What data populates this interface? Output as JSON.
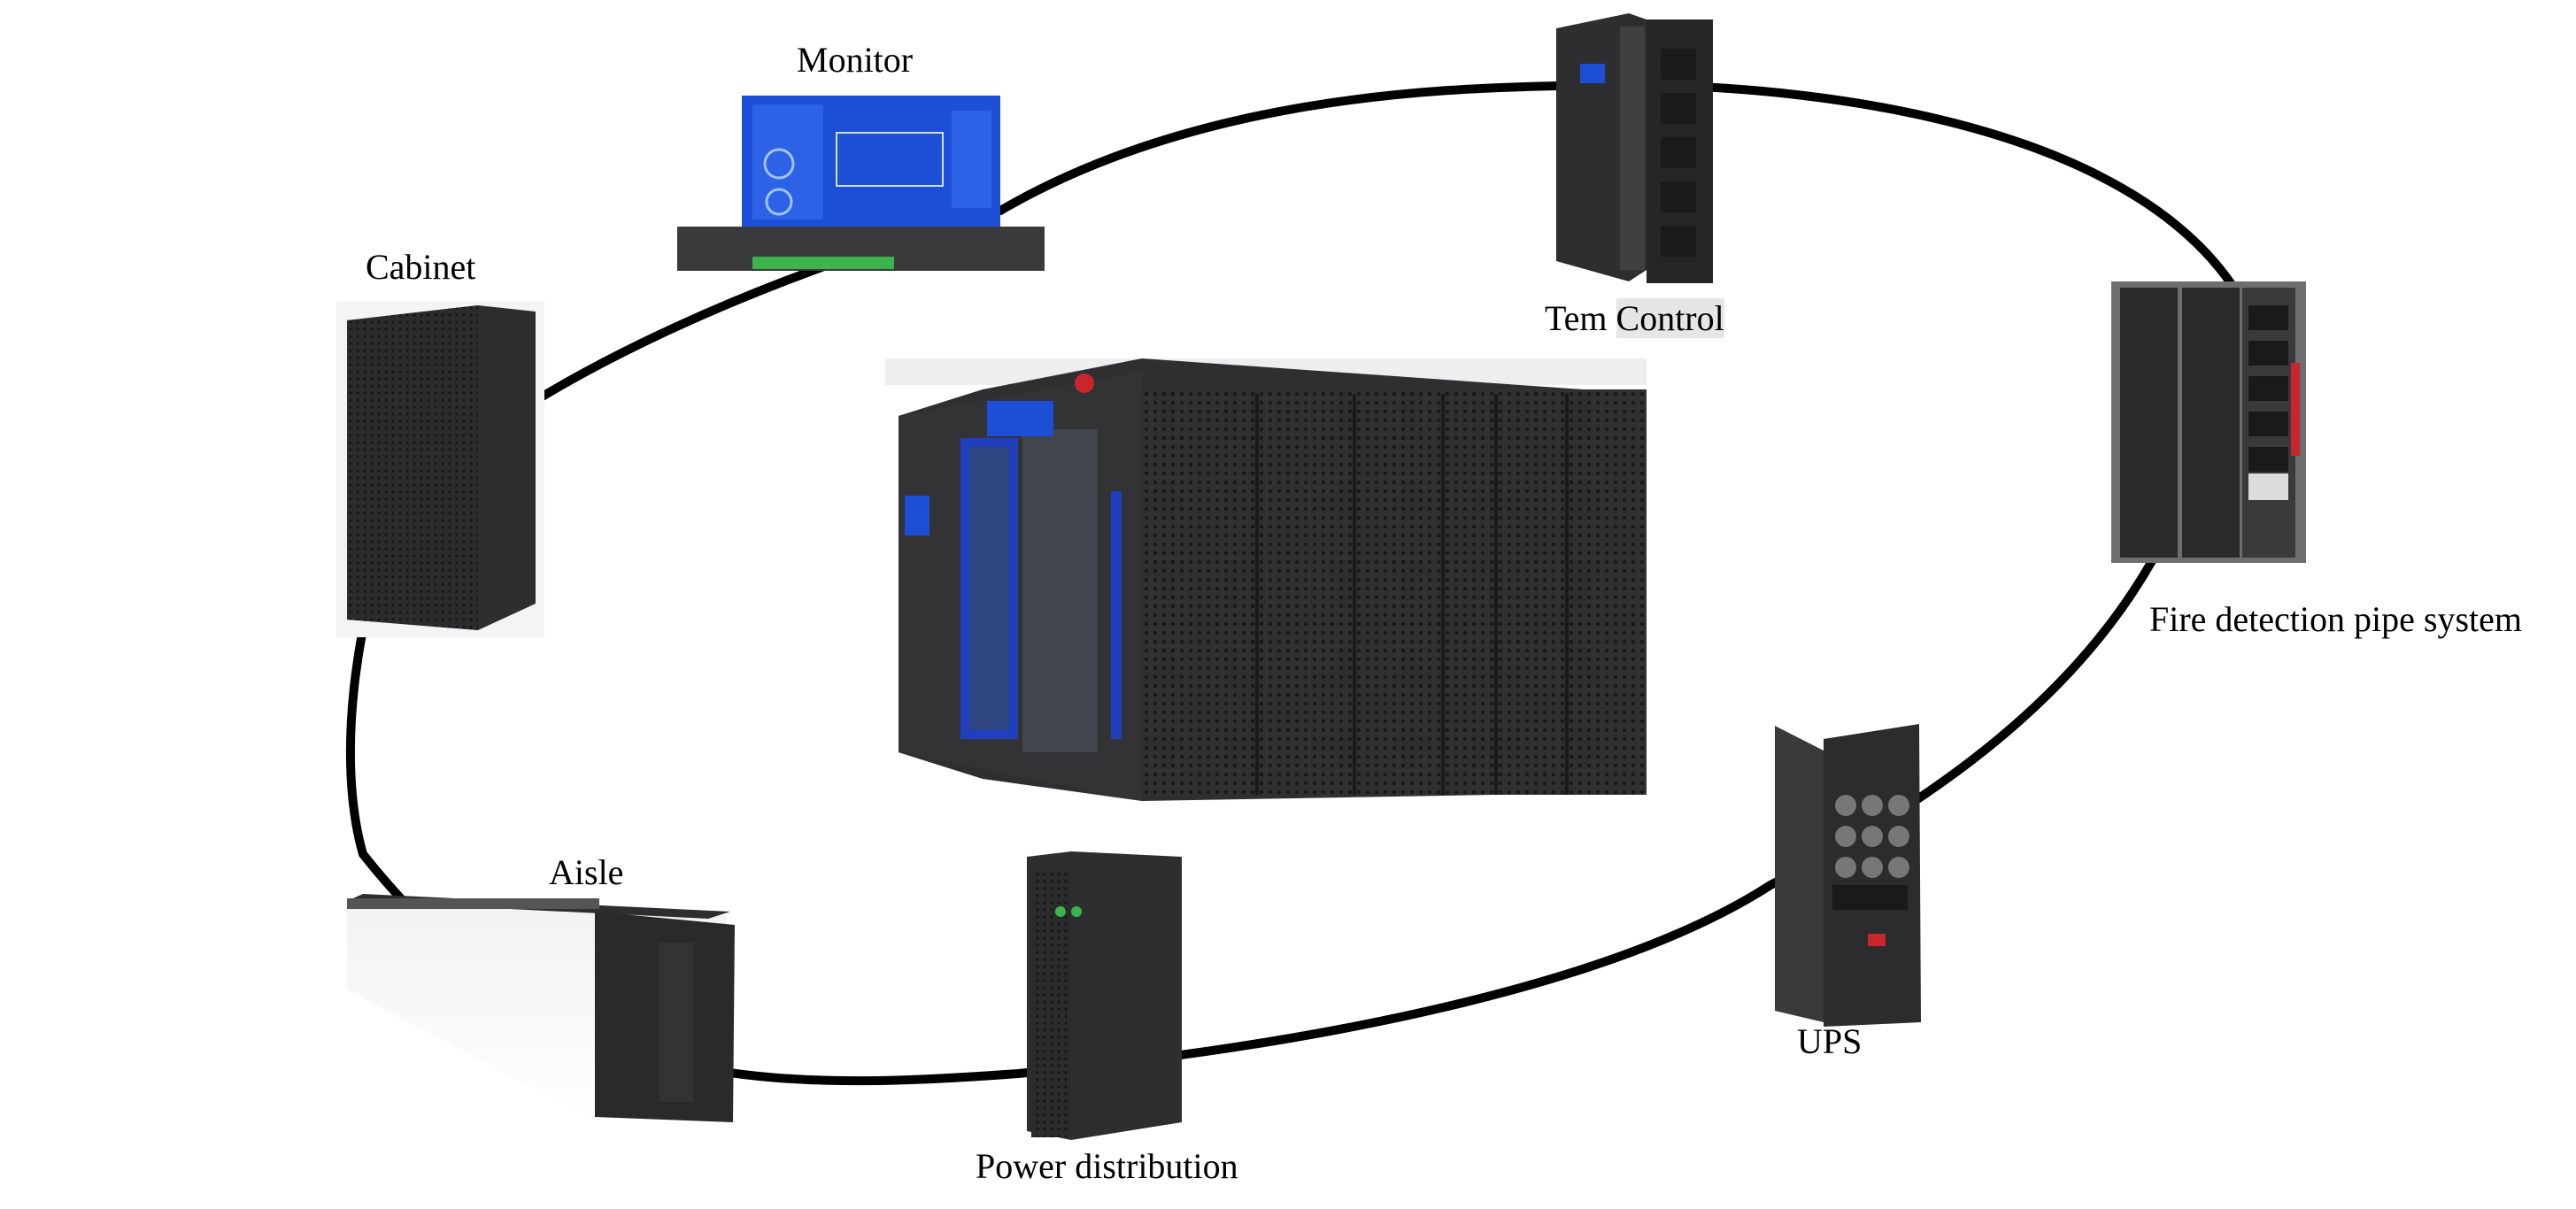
{
  "labels": {
    "monitor": "Monitor",
    "cabinet": "Cabinet",
    "tem_part1": "Tem ",
    "tem_part2": "Control",
    "fire": "Fire detection pipe system",
    "ups": "UPS",
    "power": "Power distribution",
    "aisle": "Aisle"
  },
  "colors": {
    "ring": "#000000",
    "equipment_dark": "#2a2a2c",
    "equipment_mid": "#3a3a3d",
    "accent_blue": "#1f3fbf",
    "screen_blue": "#1d4fd6",
    "fire_red": "#c8262b"
  },
  "icons": [
    "micro-data-center-image",
    "monitor-device-image",
    "cabinet-image",
    "temperature-control-unit-image",
    "fire-detection-cabinet-image",
    "ups-image",
    "power-distribution-image",
    "aisle-image"
  ]
}
